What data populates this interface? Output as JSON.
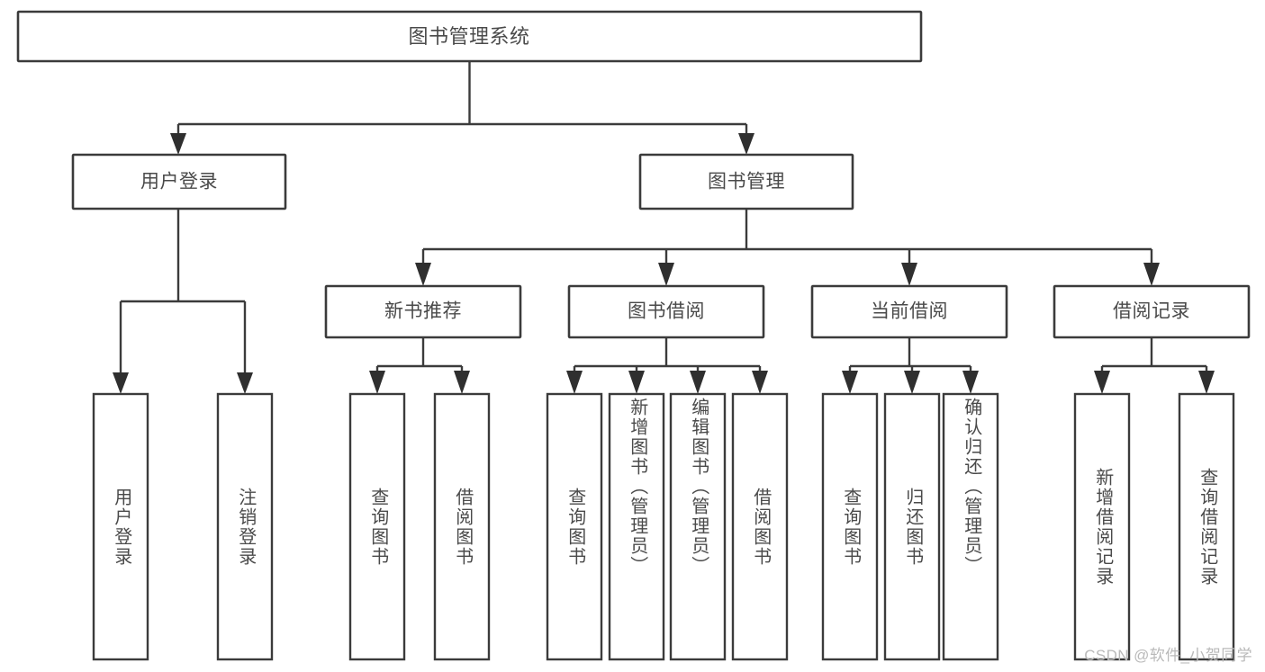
{
  "diagram": {
    "type": "tree-hierarchy",
    "title": "图书管理系统",
    "orientation": "top-down",
    "watermark": "CSDN @软件_小贺同学",
    "colors": {
      "background": "#ffffff",
      "box_stroke": "#3b3b3b",
      "box_fill": "#ffffff",
      "text": "#4a4a4a",
      "connector": "#3b3b3b",
      "watermark": "#b9b9b9"
    },
    "levels": {
      "root": "图书管理系统",
      "level2": [
        "用户登录",
        "图书管理"
      ],
      "level3": [
        "新书推荐",
        "图书借阅",
        "当前借阅",
        "借阅记录"
      ]
    },
    "nodes": {
      "root": {
        "label": "图书管理系统"
      },
      "user_login": {
        "label": "用户登录"
      },
      "book_manage": {
        "label": "图书管理"
      },
      "new_book_rec": {
        "label": "新书推荐"
      },
      "book_borrow": {
        "label": "图书借阅"
      },
      "current_borrow": {
        "label": "当前借阅"
      },
      "borrow_record": {
        "label": "借阅记录"
      }
    },
    "leaves": {
      "user_login": [
        {
          "label": "用户登录"
        },
        {
          "label": "注销登录"
        }
      ],
      "new_book_rec": [
        {
          "label": "查询图书"
        },
        {
          "label": "借阅图书"
        }
      ],
      "book_borrow": [
        {
          "label": "查询图书"
        },
        {
          "label": "新增图书（管理员）"
        },
        {
          "label": "编辑图书（管理员）"
        },
        {
          "label": "借阅图书"
        }
      ],
      "current_borrow": [
        {
          "label": "查询图书"
        },
        {
          "label": "归还图书"
        },
        {
          "label": "确认归还（管理员）"
        }
      ],
      "borrow_record": [
        {
          "label": "新增借阅记录"
        },
        {
          "label": "查询借阅记录"
        }
      ]
    }
  }
}
